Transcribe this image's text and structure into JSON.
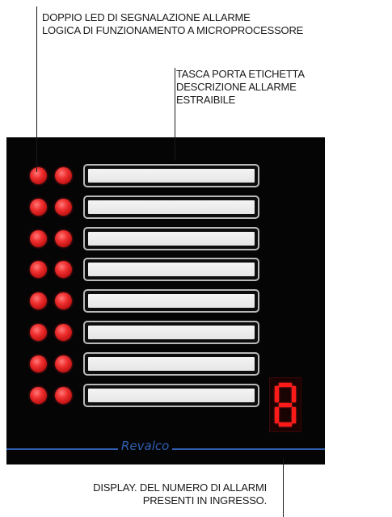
{
  "captions": {
    "top": [
      "DOPPIO LED DI SEGNALAZIONE ALLARME",
      "LOGICA DI FUNZIONAMENTO A MICROPROCESSORE"
    ],
    "pocket": [
      "TASCA PORTA ETICHETTA",
      "DESCRIZIONE ALLARME",
      "ESTRAIBILE"
    ],
    "display": [
      "DISPLAY. DEL NUMERO DI ALLARMI",
      "PRESENTI IN INGRESSO."
    ]
  },
  "panel": {
    "alarm_channels": 8,
    "leds_per_channel": 2,
    "led_color": "#e02020",
    "display_digit": "8",
    "display_color": "#ff1a1a",
    "brand": "Revalco",
    "brand_color": "#2f5fb0"
  }
}
